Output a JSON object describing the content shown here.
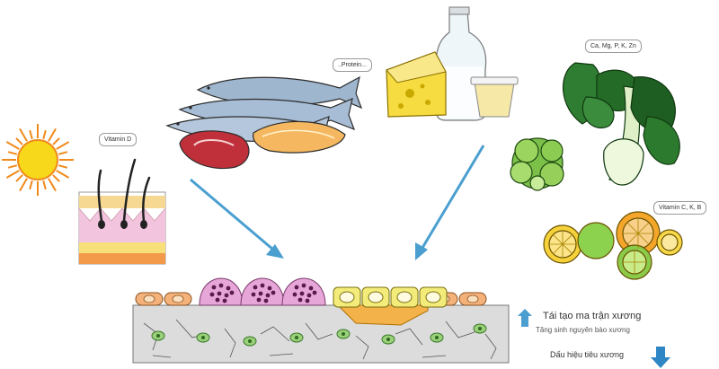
{
  "labels": {
    "vitamin_d": "Vitamin D",
    "protein": "..Protein...",
    "minerals": "Ca, Mg, P, K, Zn",
    "vitamin_ckb": "Vitamin C, K, B",
    "remodel": "Tái tạo ma trận xương",
    "osteoblast": "Tăng sinh nguyên bào xương",
    "resorption": "Dấu hiệu tiêu xương"
  },
  "icons": {
    "sun": "sun-icon",
    "skin": "skin-layer-icon",
    "fish_meat": "fish-meat-icon",
    "dairy": "dairy-icon",
    "vegetables": "vegetable-icon",
    "citrus": "citrus-icon",
    "bone": "bone-tissue-icon",
    "up_arrow": "up-arrow-icon",
    "down_arrow": "down-arrow-icon"
  },
  "colors": {
    "arrow": "#4a9fd0",
    "sun": "#f4a020",
    "bone": "#d9d9d9",
    "osteoclast": "#e6a6d8",
    "osteoblast": "#f3ec7a",
    "lining_cell": "#f4b27a",
    "osteocyte": "#7ac070"
  }
}
